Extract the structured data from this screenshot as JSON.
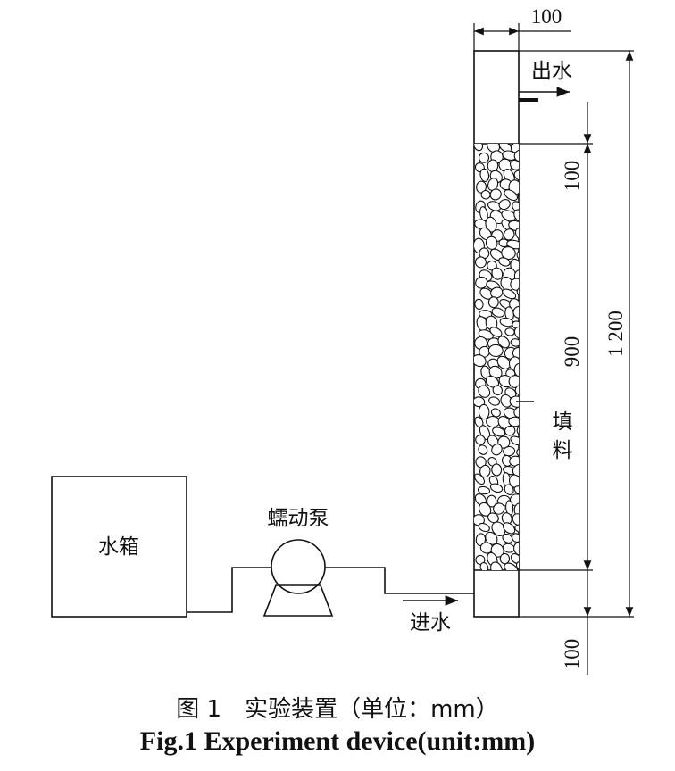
{
  "labels": {
    "water_tank": "水箱",
    "pump": "蠕动泵",
    "inlet": "进水",
    "outlet": "出水",
    "packing": "填料"
  },
  "dimensions": {
    "top_width": "100",
    "top_section": "100",
    "packing_height": "900",
    "total_height": "1 200",
    "bottom_section": "100"
  },
  "caption": {
    "cn": "图 1　实验装置（单位：mm）",
    "en": "Fig.1 Experiment device(unit:mm)"
  },
  "colors": {
    "line": "#111111",
    "background": "#ffffff"
  }
}
